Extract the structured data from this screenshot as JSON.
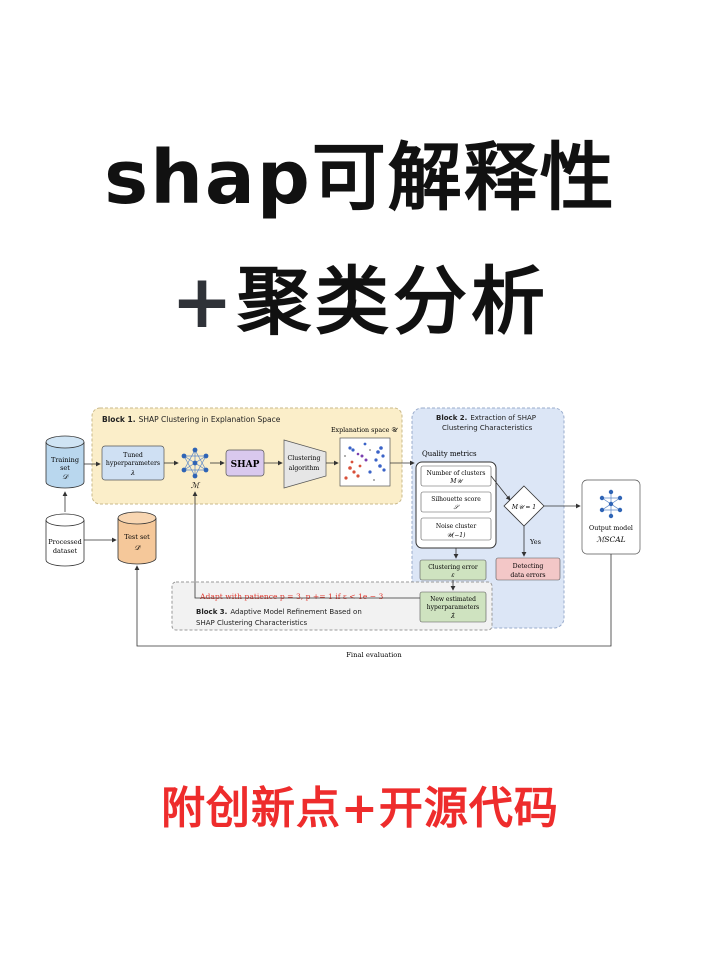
{
  "title": {
    "line1": "shap可解释性",
    "plus": "+",
    "line2": "聚类分析"
  },
  "footer": "附创新点+开源代码",
  "diagram": {
    "block1_label_bold": "Block 1.",
    "block1_label_rest": "SHAP Clustering in Explanation Space",
    "block2_label_bold": "Block 2.",
    "block2_label_rest_line1": "Extraction of SHAP",
    "block2_label_rest_line2": "Clustering Characteristics",
    "block3_label_bold": "Block 3.",
    "block3_label_rest_line1": "Adaptive Model Refinement Based on",
    "block3_label_rest_line2": "SHAP Clustering Characteristics",
    "training_set_line1": "Training",
    "training_set_line2": "set",
    "training_set_symbol": "𝒟",
    "processed_line1": "Processed",
    "processed_line2": "dataset",
    "test_set_line1": "Test set",
    "test_set_symbol": "𝒟̄",
    "tuned_line1": "Tuned",
    "tuned_line2": "hyperparameters",
    "tuned_symbol": "λ",
    "model_symbol": "ℳ",
    "shap_label": "SHAP",
    "clustering_line1": "Clustering",
    "clustering_line2": "algorithm",
    "explanation_space": "Explanation space 𝒰",
    "quality_metrics": "Quality metrics",
    "num_clusters_line1": "Number of clusters",
    "num_clusters_symbol": "M𝒰",
    "silhouette_line1": "Silhouette score",
    "silhouette_symbol": "𝒮",
    "noise_line1": "Noise cluster",
    "noise_symbol": "𝒰(−1)",
    "decision_label": "M𝒰 = 1",
    "yes_label": "Yes",
    "detecting_line1": "Detecting",
    "detecting_line2": "data errors",
    "clustering_error_line1": "Clustering error",
    "clustering_error_symbol": "ε",
    "new_hyper_line1": "New estimated",
    "new_hyper_line2": "hyperparameters",
    "new_hyper_symbol": "λ̂",
    "adapt_text": "Adapt with patience p = 3, p += 1 if ε < 1e − 3",
    "output_line1": "Output model",
    "output_symbol": "ℳSCAL",
    "final_evaluation": "Final evaluation"
  }
}
